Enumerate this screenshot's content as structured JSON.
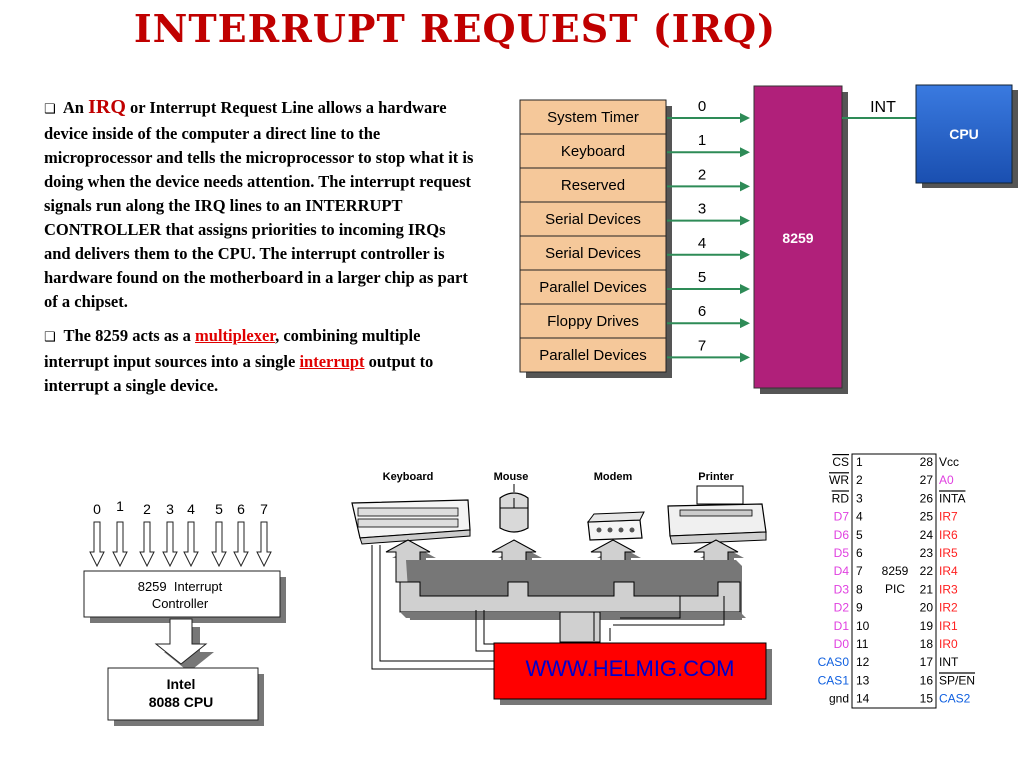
{
  "title": "INTERRUPT REQUEST (IRQ)",
  "text": {
    "p1": {
      "lead": "An",
      "irq": "IRQ",
      "rest": "or Interrupt Request Line allows a hardware device inside of the computer a direct line to the microprocessor and tells the microprocessor to stop what it is doing when the device needs attention. The interrupt request signals run along the IRQ lines to an INTERRUPT CONTROLLER that assigns priorities to incoming IRQs and delivers them to the CPU. The interrupt controller is hardware found on the motherboard in a larger chip as part of a chipset."
    },
    "p2": {
      "part1": "The 8259 acts as a",
      "link1": "multiplexer",
      "part2": ", combining multiple interrupt input sources into a single",
      "link2": "interrupt",
      "part3": "output to interrupt a single device."
    }
  },
  "diagram1": {
    "devices": [
      "System Timer",
      "Keyboard",
      "Reserved",
      "Serial Devices",
      "Serial Devices",
      "Parallel Devices",
      "Floppy Drives",
      "Parallel Devices"
    ],
    "lines": [
      "0",
      "1",
      "2",
      "3",
      "4",
      "5",
      "6",
      "7"
    ],
    "chip_label": "8259",
    "int_label": "INT",
    "cpu_label": "CPU",
    "colors": {
      "device_fill": "#f5c89a",
      "chip_fill": "#b0207a",
      "cpu_fill": "#2060c0",
      "arrow": "#2e8b57"
    }
  },
  "diagram2": {
    "inputs": [
      "0",
      "1",
      "2",
      "3",
      "4",
      "5",
      "6",
      "7"
    ],
    "controller_line1": "8259  Interrupt",
    "controller_line2": "Controller",
    "cpu_line1": "Intel",
    "cpu_line2": "8088 CPU"
  },
  "diagram3": {
    "devices": [
      "Keyboard",
      "Mouse",
      "Modem",
      "Printer"
    ],
    "box_label": "WWW.HELMIG.COM",
    "colors": {
      "box_fill": "#ff0000",
      "box_text": "#0000cc"
    }
  },
  "pinout": {
    "chip_line1": "8259",
    "chip_line2": "PIC",
    "left": [
      {
        "name": "CS",
        "num": "1",
        "color": "#000000",
        "overline": true
      },
      {
        "name": "WR",
        "num": "2",
        "color": "#000000",
        "overline": true
      },
      {
        "name": "RD",
        "num": "3",
        "color": "#000000",
        "overline": true
      },
      {
        "name": "D7",
        "num": "4",
        "color": "#e040e0",
        "overline": false
      },
      {
        "name": "D6",
        "num": "5",
        "color": "#e040e0",
        "overline": false
      },
      {
        "name": "D5",
        "num": "6",
        "color": "#e040e0",
        "overline": false
      },
      {
        "name": "D4",
        "num": "7",
        "color": "#e040e0",
        "overline": false
      },
      {
        "name": "D3",
        "num": "8",
        "color": "#e040e0",
        "overline": false
      },
      {
        "name": "D2",
        "num": "9",
        "color": "#e040e0",
        "overline": false
      },
      {
        "name": "D1",
        "num": "10",
        "color": "#e040e0",
        "overline": false
      },
      {
        "name": "D0",
        "num": "11",
        "color": "#e040e0",
        "overline": false
      },
      {
        "name": "CAS0",
        "num": "12",
        "color": "#1060e0",
        "overline": false
      },
      {
        "name": "CAS1",
        "num": "13",
        "color": "#1060e0",
        "overline": false
      },
      {
        "name": "gnd",
        "num": "14",
        "color": "#000000",
        "overline": false
      }
    ],
    "right": [
      {
        "num": "28",
        "name": "Vcc",
        "color": "#000000",
        "overline": false
      },
      {
        "num": "27",
        "name": "A0",
        "color": "#e040e0",
        "overline": false
      },
      {
        "num": "26",
        "name": "INTA",
        "color": "#000000",
        "overline": true
      },
      {
        "num": "25",
        "name": "IR7",
        "color": "#ff2020",
        "overline": false
      },
      {
        "num": "24",
        "name": "IR6",
        "color": "#ff2020",
        "overline": false
      },
      {
        "num": "23",
        "name": "IR5",
        "color": "#ff2020",
        "overline": false
      },
      {
        "num": "22",
        "name": "IR4",
        "color": "#ff2020",
        "overline": false
      },
      {
        "num": "21",
        "name": "IR3",
        "color": "#ff2020",
        "overline": false
      },
      {
        "num": "20",
        "name": "IR2",
        "color": "#ff2020",
        "overline": false
      },
      {
        "num": "19",
        "name": "IR1",
        "color": "#ff2020",
        "overline": false
      },
      {
        "num": "18",
        "name": "IR0",
        "color": "#ff2020",
        "overline": false
      },
      {
        "num": "17",
        "name": "INT",
        "color": "#000000",
        "overline": false
      },
      {
        "num": "16",
        "name": "SP/EN",
        "color": "#000000",
        "overline": true
      },
      {
        "num": "15",
        "name": "CAS2",
        "color": "#1060e0",
        "overline": false
      }
    ]
  }
}
